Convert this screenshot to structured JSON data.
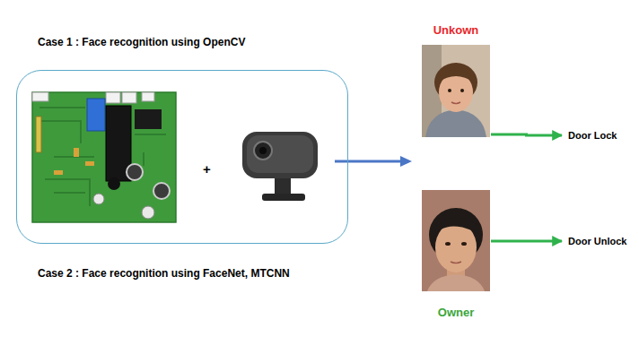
{
  "diagram": {
    "nodes": [
      {
        "text": [
          "+"
        ]
      },
      {
        "text": [
          "Unkown"
        ]
      },
      {
        "text": [
          "Door Lock"
        ]
      },
      {
        "text": [
          "Owner"
        ]
      },
      {
        "text": [
          "Door Unlock"
        ]
      }
    ],
    "edges": [
      {
        "from": 1,
        "to": 2,
        "arrow": "to"
      },
      {
        "from": 3,
        "to": 4,
        "arrow": "to"
      }
    ],
    "labels": [
      "Case 1 : Face recognition using OpenCV",
      "Case 2 : Face recognition using FaceNet, MTCNN"
    ]
  }
}
